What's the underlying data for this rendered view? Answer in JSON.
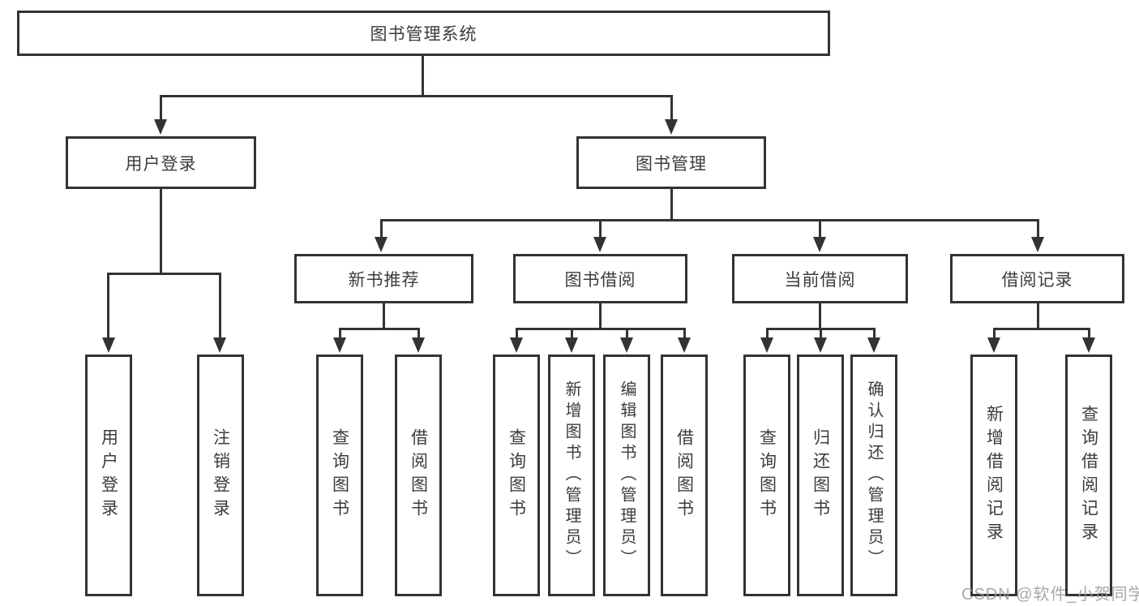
{
  "diagram": {
    "root": "图书管理系统",
    "branches": [
      {
        "label": "用户登录",
        "children": [
          "用户登录",
          "注销登录"
        ]
      },
      {
        "label": "图书管理",
        "children": [
          {
            "label": "新书推荐",
            "children": [
              "查询图书",
              "借阅图书"
            ]
          },
          {
            "label": "图书借阅",
            "children": [
              "查询图书",
              "新增图书（管理员）",
              "编辑图书（管理员）",
              "借阅图书"
            ]
          },
          {
            "label": "当前借阅",
            "children": [
              "查询图书",
              "归还图书",
              "确认归还（管理员）"
            ]
          },
          {
            "label": "借阅记录",
            "children": [
              "新增借阅记录",
              "查询借阅记录"
            ]
          }
        ]
      }
    ],
    "watermark": "CSDN @软件_小贺同学",
    "colors": {
      "line": "#333333",
      "text": "#3c3c3c",
      "watermark": "#9b9b9b",
      "background": "#ffffff"
    }
  }
}
